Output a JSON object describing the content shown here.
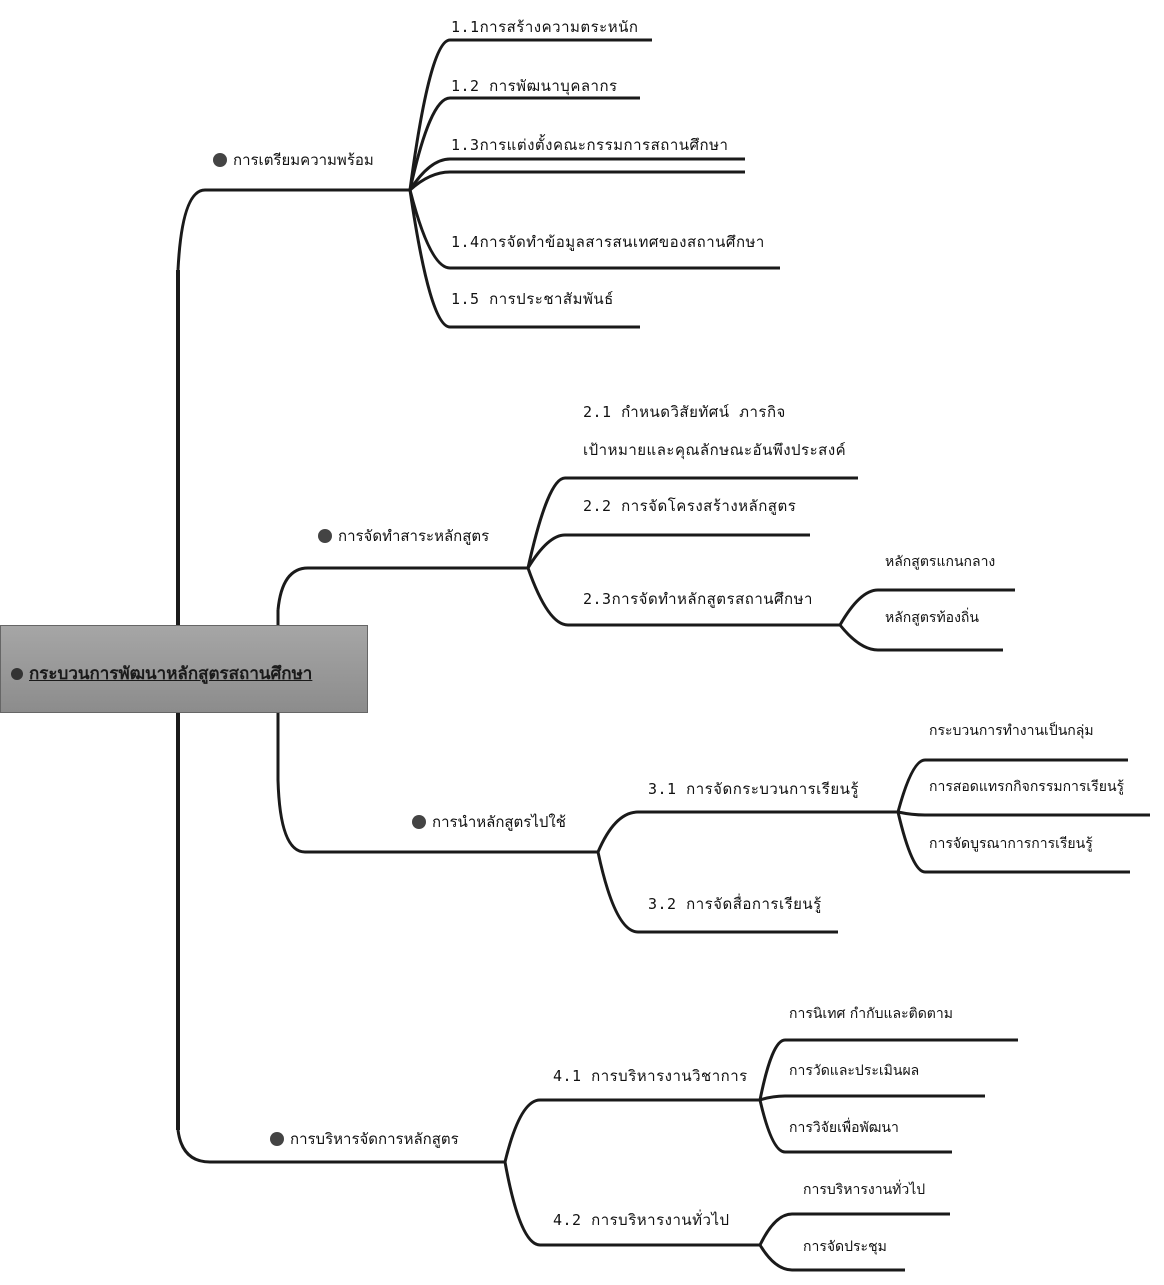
{
  "root": {
    "label": "กระบวนการพัฒนาหลักสูตรสถานศึกษา"
  },
  "branches": [
    {
      "title": "การเตรียมความพร้อม",
      "items": [
        "1.1การสร้างความตระหนัก",
        "1.2 การพัฒนาบุคลากร",
        "1.3การแต่งตั้งคณะกรรมการสถานศึกษา",
        "1.4การจัดทำข้อมูลสารสนเทศของสถานศึกษา",
        "1.5 การประชาสัมพันธ์"
      ]
    },
    {
      "title": "การจัดทำสาระหลักสูตร",
      "items": [
        {
          "line1": "2.1 กำหนดวิสัยทัศน์ ภารกิจ",
          "line2": "เป้าหมายและคุณลักษณะอันพึงประสงค์"
        },
        {
          "label": "2.2 การจัดโครงสร้างหลักสูตร"
        },
        {
          "label": "2.3การจัดทำหลักสูตรสถานศึกษา",
          "children": [
            "หลักสูตรแกนกลาง",
            "หลักสูตรท้องถิ่น"
          ]
        }
      ]
    },
    {
      "title": "การนำหลักสูตรไปใช้",
      "items": [
        {
          "label": "3.1 การจัดกระบวนการเรียนรู้",
          "children": [
            "กระบวนการทำงานเป็นกลุ่ม",
            "การสอดแทรกกิจกรรมการเรียนรู้",
            "การจัดบูรณาการการเรียนรู้"
          ]
        },
        {
          "label": "3.2 การจัดสื่อการเรียนรู้"
        }
      ]
    },
    {
      "title": "การบริหารจัดการหลักสูตร",
      "items": [
        {
          "label": "4.1 การบริหารงานวิชาการ",
          "children": [
            "การนิเทศ กำกับและติดตาม",
            "การวัดและประเมินผล",
            "การวิจัยเพื่อพัฒนา"
          ]
        },
        {
          "label": "4.2 การบริหารงานทั่วไป",
          "children": [
            "การบริหารงานทั่วไป",
            "การจัดประชุม"
          ]
        }
      ]
    }
  ]
}
